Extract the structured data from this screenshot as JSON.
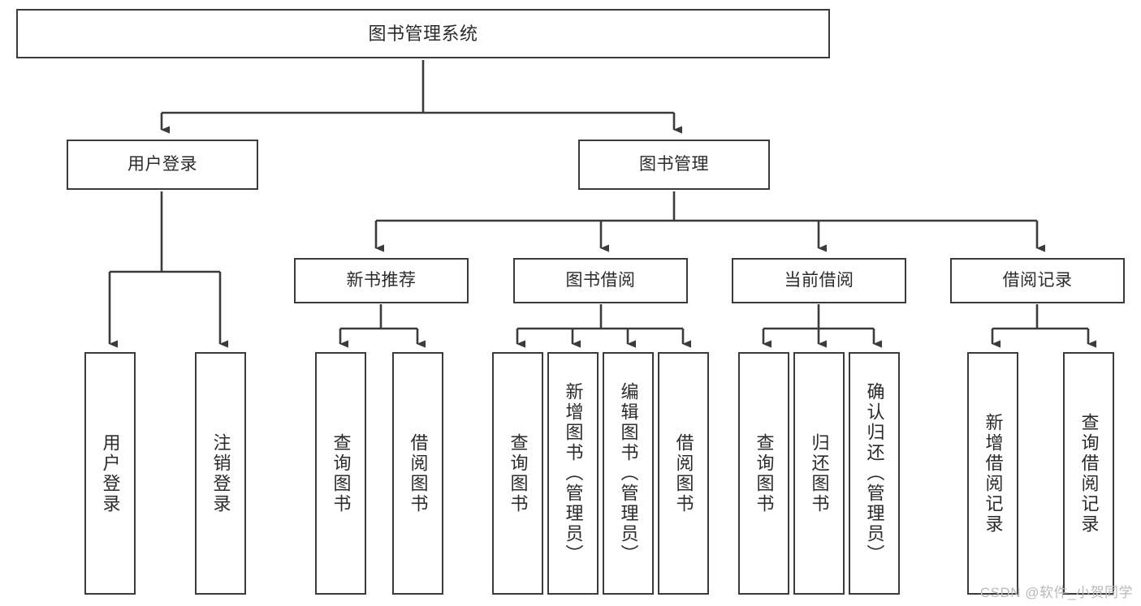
{
  "diagram": {
    "title": "图书管理系统",
    "stroke_color": "#3b3b3b",
    "fill_color": "#ffffff",
    "text_color": "#2b2b2b",
    "watermark": "CSDN @软件_小贺同学",
    "nodes": {
      "root": {
        "label": "图书管理系统"
      },
      "level1": [
        {
          "id": "user-login",
          "label": "用户登录"
        },
        {
          "id": "book-management",
          "label": "图书管理"
        }
      ],
      "level2": [
        {
          "id": "new-book-recommend",
          "label": "新书推荐"
        },
        {
          "id": "book-borrow",
          "label": "图书借阅"
        },
        {
          "id": "current-borrow",
          "label": "当前借阅"
        },
        {
          "id": "borrow-record",
          "label": "借阅记录"
        }
      ],
      "leaves": [
        {
          "id": "leaf-user-login",
          "label": "用户登录",
          "parent": "user-login"
        },
        {
          "id": "leaf-logout-login",
          "label": "注销登录",
          "parent": "user-login"
        },
        {
          "id": "leaf-query-book-1",
          "label": "查询图书",
          "parent": "new-book-recommend"
        },
        {
          "id": "leaf-borrow-book-1",
          "label": "借阅图书",
          "parent": "new-book-recommend"
        },
        {
          "id": "leaf-query-book-2",
          "label": "查询图书",
          "parent": "book-borrow"
        },
        {
          "id": "leaf-add-book-admin",
          "label": "新增图书（管理员）",
          "parent": "book-borrow"
        },
        {
          "id": "leaf-edit-book-admin",
          "label": "编辑图书（管理员）",
          "parent": "book-borrow"
        },
        {
          "id": "leaf-borrow-book-2",
          "label": "借阅图书",
          "parent": "book-borrow"
        },
        {
          "id": "leaf-query-book-3",
          "label": "查询图书",
          "parent": "current-borrow"
        },
        {
          "id": "leaf-return-book",
          "label": "归还图书",
          "parent": "current-borrow"
        },
        {
          "id": "leaf-confirm-return-admin",
          "label": "确认归还（管理员）",
          "parent": "current-borrow"
        },
        {
          "id": "leaf-add-borrow-record",
          "label": "新增借阅记录",
          "parent": "borrow-record"
        },
        {
          "id": "leaf-query-borrow-record",
          "label": "查询借阅记录",
          "parent": "borrow-record"
        }
      ]
    }
  }
}
